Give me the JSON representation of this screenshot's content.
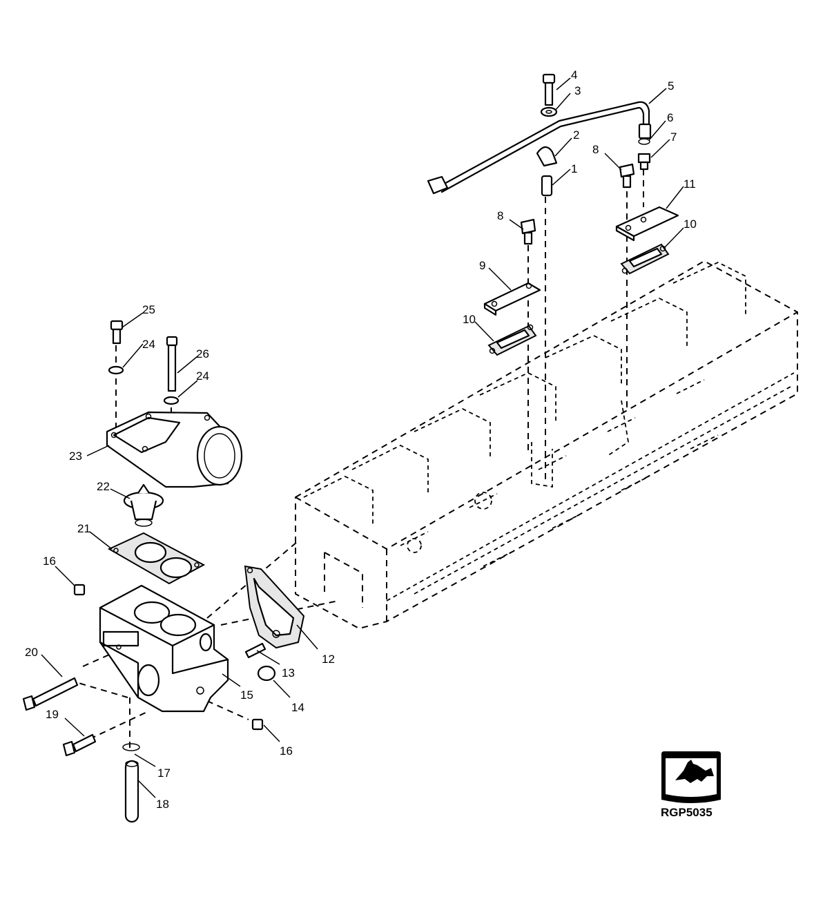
{
  "callouts": [
    {
      "id": "c1",
      "label": "1"
    },
    {
      "id": "c2",
      "label": "2"
    },
    {
      "id": "c3",
      "label": "3"
    },
    {
      "id": "c4",
      "label": "4"
    },
    {
      "id": "c5",
      "label": "5"
    },
    {
      "id": "c6",
      "label": "6"
    },
    {
      "id": "c7",
      "label": "7"
    },
    {
      "id": "c8a",
      "label": "8"
    },
    {
      "id": "c8b",
      "label": "8"
    },
    {
      "id": "c9",
      "label": "9"
    },
    {
      "id": "c10a",
      "label": "10"
    },
    {
      "id": "c10b",
      "label": "10"
    },
    {
      "id": "c11",
      "label": "11"
    },
    {
      "id": "c12",
      "label": "12"
    },
    {
      "id": "c13",
      "label": "13"
    },
    {
      "id": "c14",
      "label": "14"
    },
    {
      "id": "c15",
      "label": "15"
    },
    {
      "id": "c16a",
      "label": "16"
    },
    {
      "id": "c16b",
      "label": "16"
    },
    {
      "id": "c17",
      "label": "17"
    },
    {
      "id": "c18",
      "label": "18"
    },
    {
      "id": "c19",
      "label": "19"
    },
    {
      "id": "c20",
      "label": "20"
    },
    {
      "id": "c21",
      "label": "21"
    },
    {
      "id": "c22",
      "label": "22"
    },
    {
      "id": "c23",
      "label": "23"
    },
    {
      "id": "c24a",
      "label": "24"
    },
    {
      "id": "c24b",
      "label": "24"
    },
    {
      "id": "c25",
      "label": "25"
    },
    {
      "id": "c26",
      "label": "26"
    }
  ],
  "logo": {
    "text": "JOHN DEERE",
    "color": "#000000"
  },
  "figure_code": "RGP5035"
}
